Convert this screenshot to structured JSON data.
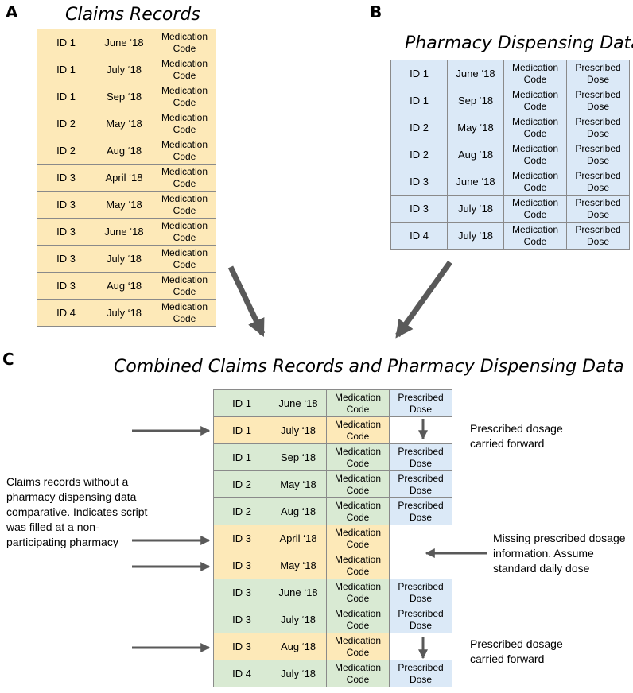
{
  "panel_a": {
    "letter": "A",
    "title": "Claims Records",
    "rows": [
      {
        "id": "ID 1",
        "date": "June ‘18",
        "code": "Medication Code"
      },
      {
        "id": "ID 1",
        "date": "July ‘18",
        "code": "Medication Code"
      },
      {
        "id": "ID 1",
        "date": "Sep ‘18",
        "code": "Medication Code"
      },
      {
        "id": "ID 2",
        "date": "May ‘18",
        "code": "Medication Code"
      },
      {
        "id": "ID 2",
        "date": "Aug ‘18",
        "code": "Medication Code"
      },
      {
        "id": "ID 3",
        "date": "April ‘18",
        "code": "Medication Code"
      },
      {
        "id": "ID 3",
        "date": "May ‘18",
        "code": "Medication Code"
      },
      {
        "id": "ID 3",
        "date": "June ‘18",
        "code": "Medication Code"
      },
      {
        "id": "ID 3",
        "date": "July ‘18",
        "code": "Medication Code"
      },
      {
        "id": "ID 3",
        "date": "Aug ‘18",
        "code": "Medication Code"
      },
      {
        "id": "ID 4",
        "date": "July ‘18",
        "code": "Medication Code"
      }
    ]
  },
  "panel_b": {
    "letter": "B",
    "title": "Pharmacy Dispensing Data",
    "rows": [
      {
        "id": "ID 1",
        "date": "June ‘18",
        "code": "Medication Code",
        "dose": "Prescribed Dose"
      },
      {
        "id": "ID 1",
        "date": "Sep ‘18",
        "code": "Medication Code",
        "dose": "Prescribed Dose"
      },
      {
        "id": "ID 2",
        "date": "May ‘18",
        "code": "Medication Code",
        "dose": "Prescribed Dose"
      },
      {
        "id": "ID 2",
        "date": "Aug ‘18",
        "code": "Medication Code",
        "dose": "Prescribed Dose"
      },
      {
        "id": "ID 3",
        "date": "June ‘18",
        "code": "Medication Code",
        "dose": "Prescribed Dose"
      },
      {
        "id": "ID 3",
        "date": "July ‘18",
        "code": "Medication Code",
        "dose": "Prescribed Dose"
      },
      {
        "id": "ID 4",
        "date": "July ‘18",
        "code": "Medication Code",
        "dose": "Prescribed Dose"
      }
    ]
  },
  "panel_c": {
    "letter": "C",
    "title": "Combined Claims Records and Pharmacy Dispensing Data",
    "rows": [
      {
        "id": "ID 1",
        "date": "June ‘18",
        "code": "Medication Code",
        "dose": "Prescribed Dose",
        "fill": "g",
        "dose_fill": "b"
      },
      {
        "id": "ID 1",
        "date": "July ‘18",
        "code": "Medication Code",
        "dose": "",
        "fill": "y",
        "dose_fill": "w"
      },
      {
        "id": "ID 1",
        "date": "Sep ‘18",
        "code": "Medication Code",
        "dose": "Prescribed Dose",
        "fill": "g",
        "dose_fill": "b"
      },
      {
        "id": "ID 2",
        "date": "May ‘18",
        "code": "Medication Code",
        "dose": "Prescribed Dose",
        "fill": "g",
        "dose_fill": "b"
      },
      {
        "id": "ID 2",
        "date": "Aug ‘18",
        "code": "Medication Code",
        "dose": "Prescribed Dose",
        "fill": "g",
        "dose_fill": "b"
      },
      {
        "id": "ID 3",
        "date": "April ‘18",
        "code": "Medication Code",
        "dose": "",
        "fill": "y",
        "dose_fill": "none"
      },
      {
        "id": "ID 3",
        "date": "May ‘18",
        "code": "Medication Code",
        "dose": "",
        "fill": "y",
        "dose_fill": "none"
      },
      {
        "id": "ID 3",
        "date": "June ‘18",
        "code": "Medication Code",
        "dose": "Prescribed Dose",
        "fill": "g",
        "dose_fill": "b"
      },
      {
        "id": "ID 3",
        "date": "July ‘18",
        "code": "Medication Code",
        "dose": "Prescribed Dose",
        "fill": "g",
        "dose_fill": "b"
      },
      {
        "id": "ID 3",
        "date": "Aug ‘18",
        "code": "Medication Code",
        "dose": "",
        "fill": "y",
        "dose_fill": "w"
      },
      {
        "id": "ID 4",
        "date": "July ‘18",
        "code": "Medication Code",
        "dose": "Prescribed Dose",
        "fill": "g",
        "dose_fill": "b"
      }
    ]
  },
  "annotations": {
    "carried_forward_1": "Prescribed dosage carried forward",
    "carried_forward_2": "Prescribed dosage carried forward",
    "claims_without": "Claims records without a pharmacy dispensing data comparative. Indicates script was filled at a non-participating pharmacy",
    "missing_dose": "Missing prescribed dosage information. Assume standard daily dose"
  },
  "colors": {
    "claims": "#fde9b8",
    "pharmacy": "#dbe9f7",
    "matched": "#d9ead3",
    "arrow": "#595959"
  }
}
